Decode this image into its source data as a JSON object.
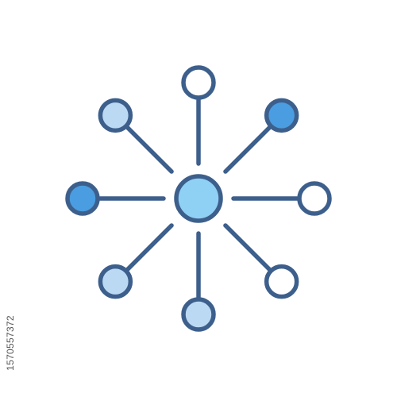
{
  "icon": {
    "name": "network-hub-icon",
    "colors": {
      "stroke": "#3d5f8c",
      "hub_fill": "#8fd0f5",
      "fill_light": "#bcd9f3",
      "fill_mid": "#4a9de0",
      "fill_white": "#ffffff"
    },
    "nodes": [
      {
        "name": "node-top",
        "fill": "fill_white"
      },
      {
        "name": "node-top-right",
        "fill": "fill_mid"
      },
      {
        "name": "node-right",
        "fill": "fill_white"
      },
      {
        "name": "node-bottom-right",
        "fill": "fill_white"
      },
      {
        "name": "node-bottom",
        "fill": "fill_light"
      },
      {
        "name": "node-bottom-left",
        "fill": "fill_light"
      },
      {
        "name": "node-left",
        "fill": "fill_mid"
      },
      {
        "name": "node-top-left",
        "fill": "fill_light"
      }
    ]
  },
  "watermark": {
    "stock_id": "1570557372"
  }
}
